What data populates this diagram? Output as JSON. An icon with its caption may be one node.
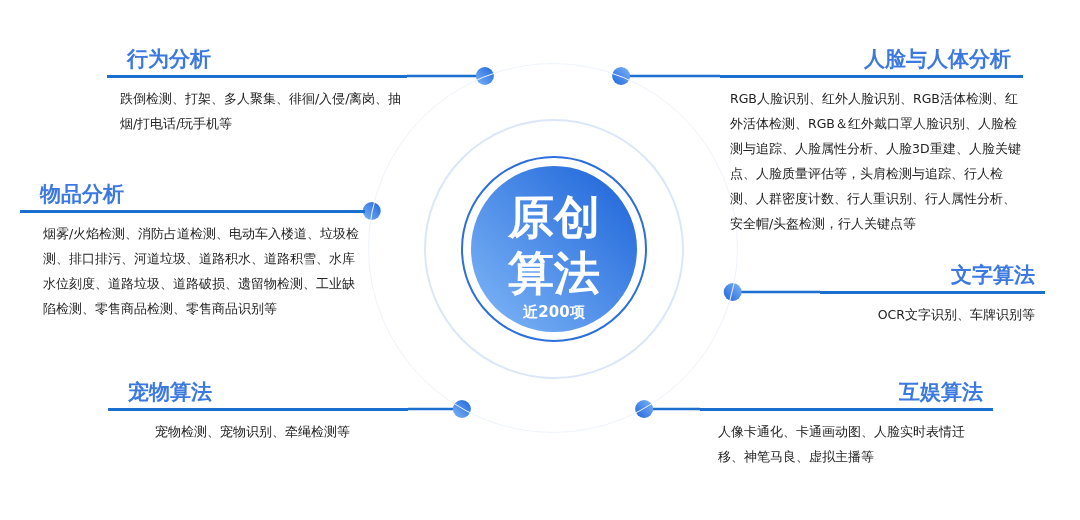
{
  "diagram": {
    "nodes": [
      {
        "text": [
          "原创算法",
          "近200项"
        ]
      },
      {
        "text": [
          "行为分析",
          "跌倒检测、打架、多人聚集、徘徊/入侵/离岗、抽烟/打电话/玩手机等"
        ]
      },
      {
        "text": [
          "人脸与人体分析",
          "RGB人脸识别、红外人脸识别、RGB活体检测、红外活体检测、RGB＆红外戴口罩人脸识别、人脸检测与追踪、人脸属性分析、人脸3D重建、人脸关键点、人脸质量评估等，头肩检测与追踪、行人检测、人群密度计数、行人重识别、行人属性分析、安全帽/头盔检测，行人关键点等"
        ]
      },
      {
        "text": [
          "物品分析",
          "烟雾/火焰检测、消防占道检测、电动车入楼道、垃圾检测、排口排污、河道垃圾、道路积水、道路积雪、水库水位刻度、道路垃圾、道路破损、遗留物检测、工业缺陷检测、零售商品检测、零售商品识别等"
        ]
      },
      {
        "text": [
          "文字算法",
          "OCR文字识别、车牌识别等"
        ]
      },
      {
        "text": [
          "宠物算法",
          "宠物检测、宠物识别、牵绳检测等"
        ]
      },
      {
        "text": [
          "互娱算法",
          "人像卡通化、卡通画动图、人脸实时表情迁移、神笔马良、虚拟主播等"
        ]
      }
    ],
    "edges": [
      {
        "from": 1,
        "to": 0,
        "arrow": "other"
      },
      {
        "from": 2,
        "to": 0,
        "arrow": "other"
      },
      {
        "from": 3,
        "to": 0,
        "arrow": "other"
      },
      {
        "from": 4,
        "to": 0,
        "arrow": "other"
      },
      {
        "from": 5,
        "to": 0,
        "arrow": "other"
      },
      {
        "from": 6,
        "to": 0,
        "arrow": "other"
      }
    ]
  }
}
